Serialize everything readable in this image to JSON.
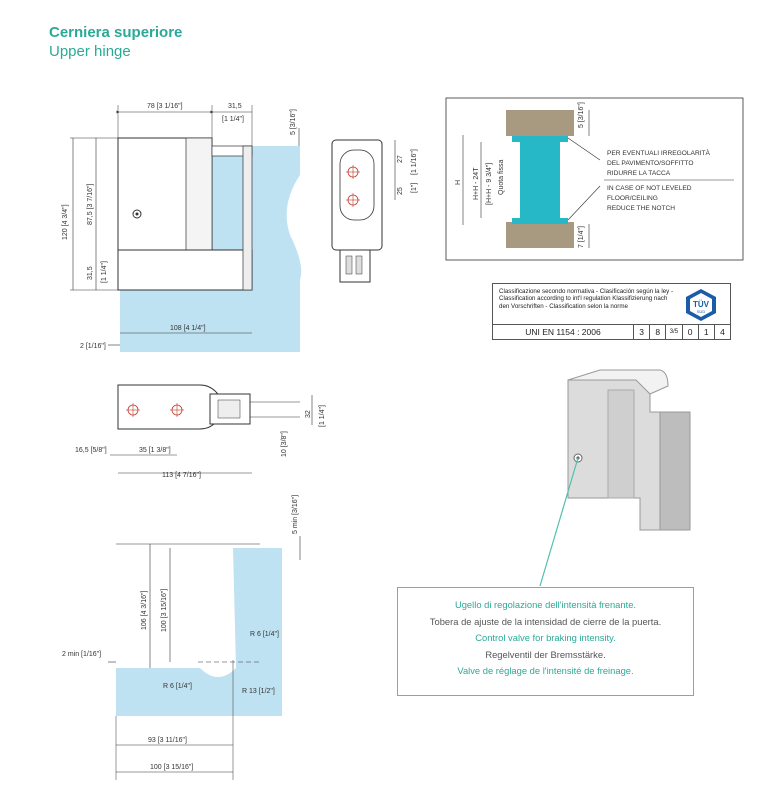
{
  "header": {
    "title": "Cerniera superiore",
    "subtitle": "Upper hinge"
  },
  "front_view": {
    "d_width": "78 [3  1/16\"]",
    "d_offset": "31,5",
    "d_offset_in": "[1  1/4\"]",
    "d_gap": "5 [3/16\"]",
    "d_total_h": "120 [4  3/4\"]",
    "d_body_h": "87,5 [3  7/16\"]",
    "d_lower_h": "31,5",
    "d_lower_h_in": "[1  1/4\"]",
    "d_glass_w": "108 [4  1/4\"]",
    "d_edge": "2 [1/16\"]"
  },
  "side_view": {
    "d_top": "27",
    "d_top_in": "[1  1/16\"]",
    "d_mid": "25",
    "d_mid_in": "[1\"]"
  },
  "top_view": {
    "d_thick": "32",
    "d_thick_in": "[1  1/4\"]",
    "d_small": "10 [3/8\"]",
    "d_edge": "16,5 [5/8\"]",
    "d_holes": "35 [1  3/8\"]",
    "d_total": "113 [4  7/16\"]"
  },
  "notch_detail": {
    "labels": [
      "PER EVENTUALI IRREGOLARITÀ",
      "DEL PAVIMENTO/SOFFITTO",
      "RIDURRE LA TACCA",
      "IN CASE OF NOT LEVELED",
      "FLOOR/CEILING",
      "REDUCE THE NOTCH"
    ],
    "d_top": "5 [3/16\"]",
    "d_bottom": "7 [1/4\"]",
    "d_h": "H",
    "d_h_full": "H+H - 24T",
    "d_h_in": "[H+H - 9  3/4\"]",
    "d_quota": "Quota fissa"
  },
  "certification": {
    "text": "Classificazione secondo normativa - Clasificación según la ley - Classification according to int'l regulation Klassifizierung nach den Vorschriften - Classification selon la norme",
    "norm": "UNI  EN  1154 : 2006",
    "codes": [
      "3",
      "8",
      "3/5",
      "0",
      "1",
      "4"
    ],
    "logo_text": "TÜV",
    "logo_sub": "SÜD"
  },
  "glass_cutout": {
    "d_gap": "5 min [3/16\"]",
    "d_h1": "106 [4  3/16\"]",
    "d_h2": "100 [3  15/16\"]",
    "d_min": "2 min [1/16\"]",
    "r1": "R 6 [1/4\"]",
    "r2": "R 6 [1/4\"]",
    "r3": "R 13 [1/2\"]",
    "d_w1": "93 [3  11/16\"]",
    "d_w2": "100 [3  15/16\"]"
  },
  "note": {
    "it": "Ugello di regolazione dell'intensità frenante.",
    "es": "Tobera de ajuste de la intensidad de cierre de la puerta.",
    "en": "Control valve for braking intensity.",
    "de": "Regelventil der Bremsstärke.",
    "fr": "Valve de réglage de l'intensité de freinage."
  },
  "colors": {
    "accent": "#2aaa96",
    "glass": "#bfe2f2",
    "notch_glass": "#27b8c8",
    "wall": "#a89a80"
  }
}
